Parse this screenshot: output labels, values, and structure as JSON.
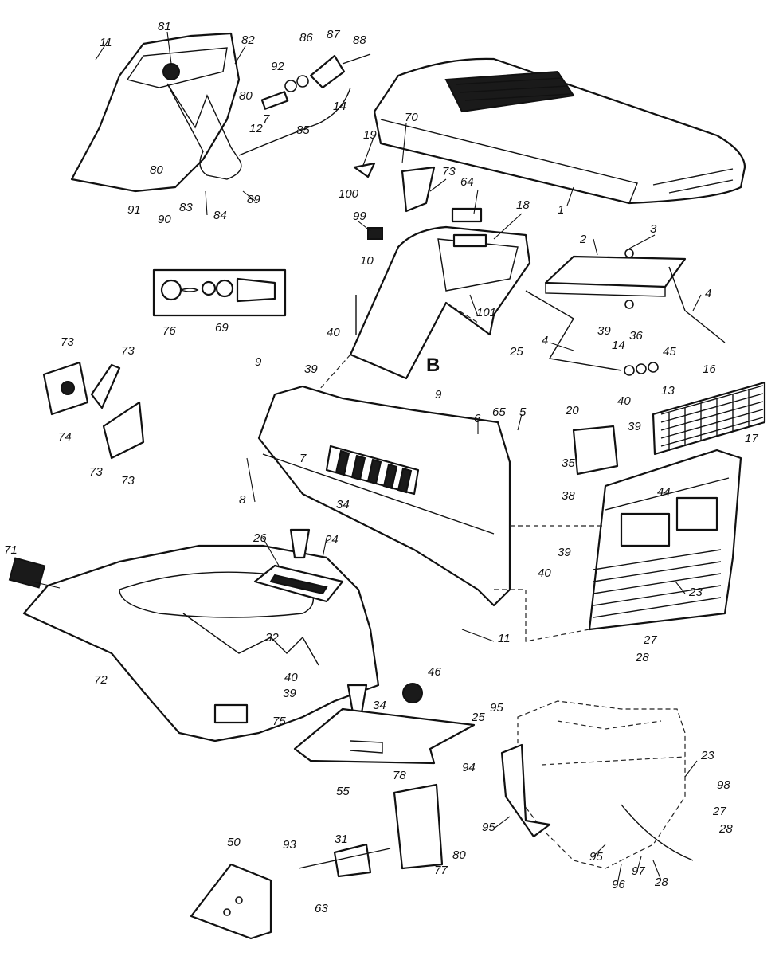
{
  "callouts": [
    {
      "id": "c1",
      "text": "1"
    },
    {
      "id": "c2",
      "text": "2"
    },
    {
      "id": "c3",
      "text": "3"
    },
    {
      "id": "c4a",
      "text": "4"
    },
    {
      "id": "c4b",
      "text": "4"
    },
    {
      "id": "c5",
      "text": "5"
    },
    {
      "id": "c6",
      "text": "6"
    },
    {
      "id": "c7a",
      "text": "7"
    },
    {
      "id": "c7b",
      "text": "7"
    },
    {
      "id": "c8",
      "text": "8"
    },
    {
      "id": "c9a",
      "text": "9"
    },
    {
      "id": "c9b",
      "text": "9"
    },
    {
      "id": "c10",
      "text": "10"
    },
    {
      "id": "c11a",
      "text": "11"
    },
    {
      "id": "c11b",
      "text": "11"
    },
    {
      "id": "c12",
      "text": "12"
    },
    {
      "id": "c13",
      "text": "13"
    },
    {
      "id": "c14a",
      "text": "14"
    },
    {
      "id": "c14b",
      "text": "14"
    },
    {
      "id": "c16",
      "text": "16"
    },
    {
      "id": "c17",
      "text": "17"
    },
    {
      "id": "c18",
      "text": "18"
    },
    {
      "id": "c19",
      "text": "19"
    },
    {
      "id": "c20",
      "text": "20"
    },
    {
      "id": "c23a",
      "text": "23"
    },
    {
      "id": "c23b",
      "text": "23"
    },
    {
      "id": "c24",
      "text": "24"
    },
    {
      "id": "c25a",
      "text": "25"
    },
    {
      "id": "c25b",
      "text": "25"
    },
    {
      "id": "c26",
      "text": "26"
    },
    {
      "id": "c27a",
      "text": "27"
    },
    {
      "id": "c27b",
      "text": "27"
    },
    {
      "id": "c28a",
      "text": "28"
    },
    {
      "id": "c28b",
      "text": "28"
    },
    {
      "id": "c28c",
      "text": "28"
    },
    {
      "id": "c31",
      "text": "31"
    },
    {
      "id": "c32",
      "text": "32"
    },
    {
      "id": "c34a",
      "text": "34"
    },
    {
      "id": "c34b",
      "text": "34"
    },
    {
      "id": "c35",
      "text": "35"
    },
    {
      "id": "c36",
      "text": "36"
    },
    {
      "id": "c38",
      "text": "38"
    },
    {
      "id": "c39a",
      "text": "39"
    },
    {
      "id": "c39b",
      "text": "39"
    },
    {
      "id": "c39c",
      "text": "39"
    },
    {
      "id": "c39d",
      "text": "39"
    },
    {
      "id": "c39e",
      "text": "39"
    },
    {
      "id": "c40a",
      "text": "40"
    },
    {
      "id": "c40b",
      "text": "40"
    },
    {
      "id": "c40c",
      "text": "40"
    },
    {
      "id": "c40d",
      "text": "40"
    },
    {
      "id": "c44",
      "text": "44"
    },
    {
      "id": "c45",
      "text": "45"
    },
    {
      "id": "c46",
      "text": "46"
    },
    {
      "id": "c50",
      "text": "50"
    },
    {
      "id": "c55",
      "text": "55"
    },
    {
      "id": "c63",
      "text": "63"
    },
    {
      "id": "c64",
      "text": "64"
    },
    {
      "id": "c65",
      "text": "65"
    },
    {
      "id": "c69",
      "text": "69"
    },
    {
      "id": "c70",
      "text": "70"
    },
    {
      "id": "c71",
      "text": "71"
    },
    {
      "id": "c72",
      "text": "72"
    },
    {
      "id": "c73a",
      "text": "73"
    },
    {
      "id": "c73b",
      "text": "73"
    },
    {
      "id": "c73c",
      "text": "73"
    },
    {
      "id": "c73d",
      "text": "73"
    },
    {
      "id": "c73e",
      "text": "73"
    },
    {
      "id": "c74",
      "text": "74"
    },
    {
      "id": "c75",
      "text": "75"
    },
    {
      "id": "c76",
      "text": "76"
    },
    {
      "id": "c77",
      "text": "77"
    },
    {
      "id": "c78",
      "text": "78"
    },
    {
      "id": "c80a",
      "text": "80"
    },
    {
      "id": "c80b",
      "text": "80"
    },
    {
      "id": "c80c",
      "text": "80"
    },
    {
      "id": "c81",
      "text": "81"
    },
    {
      "id": "c82",
      "text": "82"
    },
    {
      "id": "c83",
      "text": "83"
    },
    {
      "id": "c84",
      "text": "84"
    },
    {
      "id": "c85",
      "text": "85"
    },
    {
      "id": "c86",
      "text": "86"
    },
    {
      "id": "c87",
      "text": "87"
    },
    {
      "id": "c88",
      "text": "88"
    },
    {
      "id": "c89",
      "text": "89"
    },
    {
      "id": "c90",
      "text": "90"
    },
    {
      "id": "c91",
      "text": "91"
    },
    {
      "id": "c92",
      "text": "92"
    },
    {
      "id": "c93",
      "text": "93"
    },
    {
      "id": "c94",
      "text": "94"
    },
    {
      "id": "c95a",
      "text": "95"
    },
    {
      "id": "c95b",
      "text": "95"
    },
    {
      "id": "c95c",
      "text": "95"
    },
    {
      "id": "c96",
      "text": "96"
    },
    {
      "id": "c97",
      "text": "97"
    },
    {
      "id": "c98",
      "text": "98"
    },
    {
      "id": "c99",
      "text": "99"
    },
    {
      "id": "c100",
      "text": "100"
    },
    {
      "id": "c101",
      "text": "101"
    }
  ],
  "view_marker": {
    "text": "B"
  }
}
